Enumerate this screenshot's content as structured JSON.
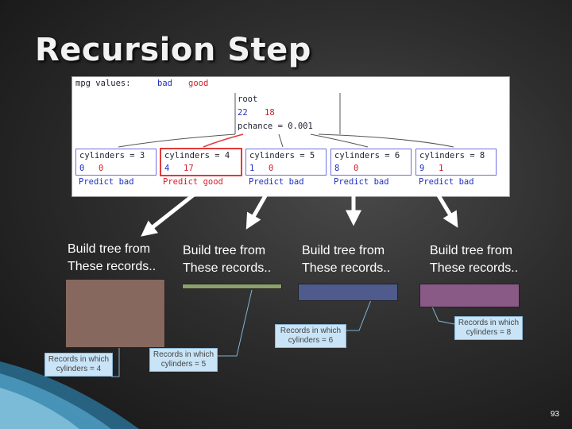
{
  "slide": {
    "title": "Recursion Step",
    "page_number": "93"
  },
  "tree_panel": {
    "mpg_label": "mpg values:",
    "bad_label": "bad",
    "good_label": "good",
    "root": {
      "label": "root",
      "bad_count": "22",
      "good_count": "18",
      "pchance": "pchance = 0.001"
    },
    "nodes": [
      {
        "label": "cylinders = 3",
        "bad": "0",
        "good": "0",
        "prediction": "Predict bad"
      },
      {
        "label": "cylinders = 4",
        "bad": "4",
        "good": "17",
        "prediction": "Predict good"
      },
      {
        "label": "cylinders = 5",
        "bad": "1",
        "good": "0",
        "prediction": "Predict bad"
      },
      {
        "label": "cylinders = 6",
        "bad": "8",
        "good": "0",
        "prediction": "Predict bad"
      },
      {
        "label": "cylinders = 8",
        "bad": "9",
        "good": "1",
        "prediction": "Predict bad"
      }
    ]
  },
  "build_labels": [
    "Build tree from\nThese records..",
    "Build tree from\nThese records..",
    "Build tree from\nThese records..",
    "Build tree from\nThese records.."
  ],
  "record_boxes": [
    {
      "color": "#87685e"
    },
    {
      "color": "#8ba06a"
    },
    {
      "color": "#4e5b8c"
    },
    {
      "color": "#8a5a86"
    }
  ],
  "callouts": [
    "Records in which cylinders = 4",
    "Records in which cylinders = 5",
    "Records in which cylinders = 6",
    "Records in which cylinders = 8"
  ]
}
